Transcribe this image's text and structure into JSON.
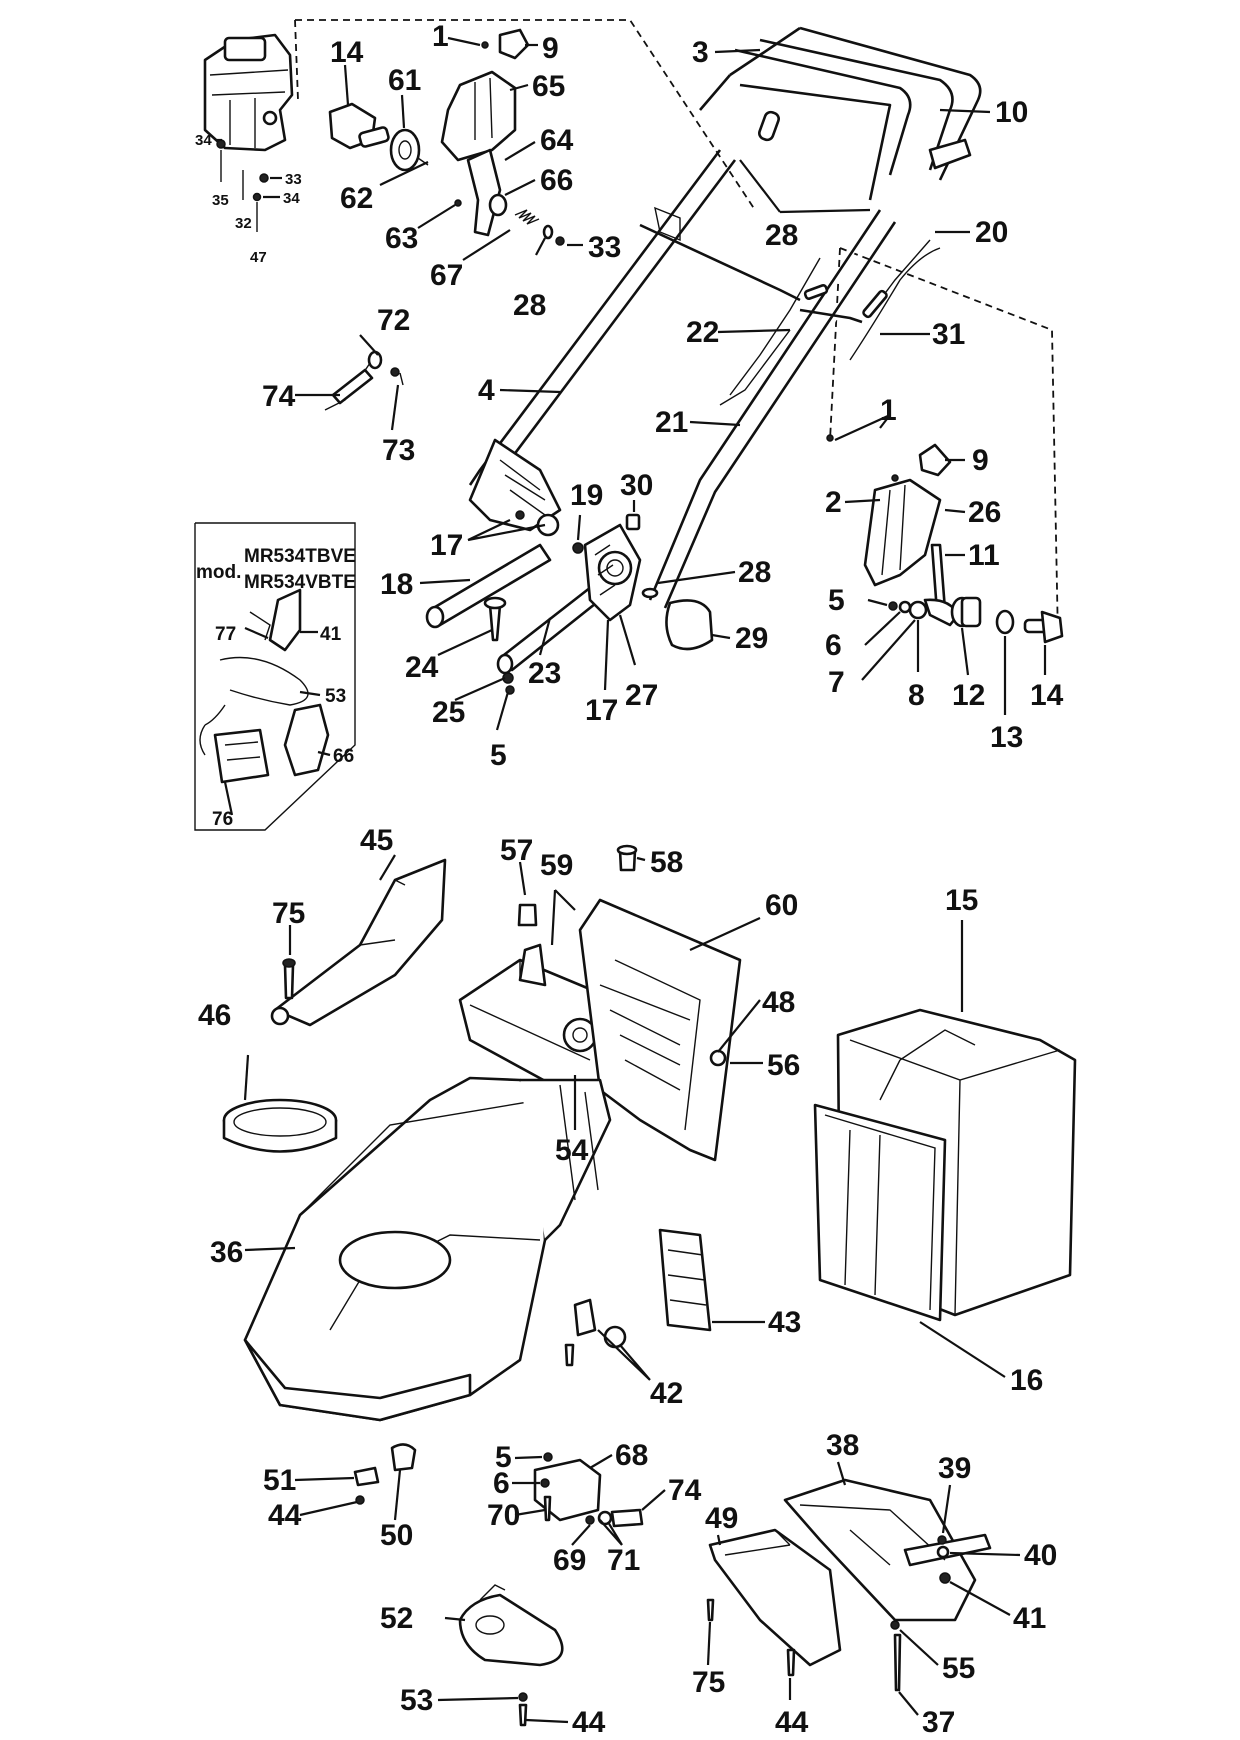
{
  "inset": {
    "prefix": "mod.",
    "models": [
      "MR534TBVE",
      "MR534VBTE"
    ]
  },
  "labels": [
    {
      "id": "l1a",
      "text": "1"
    },
    {
      "id": "l9a",
      "text": "9"
    },
    {
      "id": "l14a",
      "text": "14"
    },
    {
      "id": "l61",
      "text": "61"
    },
    {
      "id": "l65",
      "text": "65"
    },
    {
      "id": "l64",
      "text": "64"
    },
    {
      "id": "l66a",
      "text": "66"
    },
    {
      "id": "l62",
      "text": "62"
    },
    {
      "id": "l63",
      "text": "63"
    },
    {
      "id": "l67",
      "text": "67"
    },
    {
      "id": "l28a",
      "text": "28"
    },
    {
      "id": "l33a",
      "text": "33"
    },
    {
      "id": "l34a",
      "text": "34"
    },
    {
      "id": "l35",
      "text": "35"
    },
    {
      "id": "l32",
      "text": "32"
    },
    {
      "id": "l33b",
      "text": "33"
    },
    {
      "id": "l34b",
      "text": "34"
    },
    {
      "id": "l47",
      "text": "47"
    },
    {
      "id": "l3",
      "text": "3"
    },
    {
      "id": "l10",
      "text": "10"
    },
    {
      "id": "l28b",
      "text": "28"
    },
    {
      "id": "l20",
      "text": "20"
    },
    {
      "id": "l22",
      "text": "22"
    },
    {
      "id": "l31",
      "text": "31"
    },
    {
      "id": "l4",
      "text": "4"
    },
    {
      "id": "l21",
      "text": "21"
    },
    {
      "id": "l72",
      "text": "72"
    },
    {
      "id": "l74a",
      "text": "74"
    },
    {
      "id": "l73",
      "text": "73"
    },
    {
      "id": "l1b",
      "text": "1"
    },
    {
      "id": "l9b",
      "text": "9"
    },
    {
      "id": "l2",
      "text": "2"
    },
    {
      "id": "l26",
      "text": "26"
    },
    {
      "id": "l11",
      "text": "11"
    },
    {
      "id": "l19",
      "text": "19"
    },
    {
      "id": "l30",
      "text": "30"
    },
    {
      "id": "l17a",
      "text": "17"
    },
    {
      "id": "l18",
      "text": "18"
    },
    {
      "id": "l28c",
      "text": "28"
    },
    {
      "id": "l29",
      "text": "29"
    },
    {
      "id": "l24",
      "text": "24"
    },
    {
      "id": "l23",
      "text": "23"
    },
    {
      "id": "l25",
      "text": "25"
    },
    {
      "id": "l5a",
      "text": "5"
    },
    {
      "id": "l17b",
      "text": "17"
    },
    {
      "id": "l27",
      "text": "27"
    },
    {
      "id": "l5b",
      "text": "5"
    },
    {
      "id": "l6a",
      "text": "6"
    },
    {
      "id": "l7",
      "text": "7"
    },
    {
      "id": "l8",
      "text": "8"
    },
    {
      "id": "l12",
      "text": "12"
    },
    {
      "id": "l13",
      "text": "13"
    },
    {
      "id": "l14b",
      "text": "14"
    },
    {
      "id": "l77",
      "text": "77"
    },
    {
      "id": "l41a",
      "text": "41"
    },
    {
      "id": "l53a",
      "text": "53"
    },
    {
      "id": "l66b",
      "text": "66"
    },
    {
      "id": "l76",
      "text": "76"
    },
    {
      "id": "l45",
      "text": "45"
    },
    {
      "id": "l57",
      "text": "57"
    },
    {
      "id": "l59",
      "text": "59"
    },
    {
      "id": "l58",
      "text": "58"
    },
    {
      "id": "l60",
      "text": "60"
    },
    {
      "id": "l15",
      "text": "15"
    },
    {
      "id": "l75a",
      "text": "75"
    },
    {
      "id": "l46",
      "text": "46"
    },
    {
      "id": "l48",
      "text": "48"
    },
    {
      "id": "l56",
      "text": "56"
    },
    {
      "id": "l54",
      "text": "54"
    },
    {
      "id": "l36",
      "text": "36"
    },
    {
      "id": "l43",
      "text": "43"
    },
    {
      "id": "l42",
      "text": "42"
    },
    {
      "id": "l16",
      "text": "16"
    },
    {
      "id": "l5c",
      "text": "5"
    },
    {
      "id": "l68",
      "text": "68"
    },
    {
      "id": "l6b",
      "text": "6"
    },
    {
      "id": "l74b",
      "text": "74"
    },
    {
      "id": "l70",
      "text": "70"
    },
    {
      "id": "l51",
      "text": "51"
    },
    {
      "id": "l44a",
      "text": "44"
    },
    {
      "id": "l50",
      "text": "50"
    },
    {
      "id": "l69",
      "text": "69"
    },
    {
      "id": "l71",
      "text": "71"
    },
    {
      "id": "l38",
      "text": "38"
    },
    {
      "id": "l39",
      "text": "39"
    },
    {
      "id": "l49",
      "text": "49"
    },
    {
      "id": "l40",
      "text": "40"
    },
    {
      "id": "l41b",
      "text": "41"
    },
    {
      "id": "l52",
      "text": "52"
    },
    {
      "id": "l55",
      "text": "55"
    },
    {
      "id": "l75b",
      "text": "75"
    },
    {
      "id": "l53b",
      "text": "53"
    },
    {
      "id": "l44b",
      "text": "44"
    },
    {
      "id": "l44c",
      "text": "44"
    },
    {
      "id": "l37",
      "text": "37"
    }
  ]
}
